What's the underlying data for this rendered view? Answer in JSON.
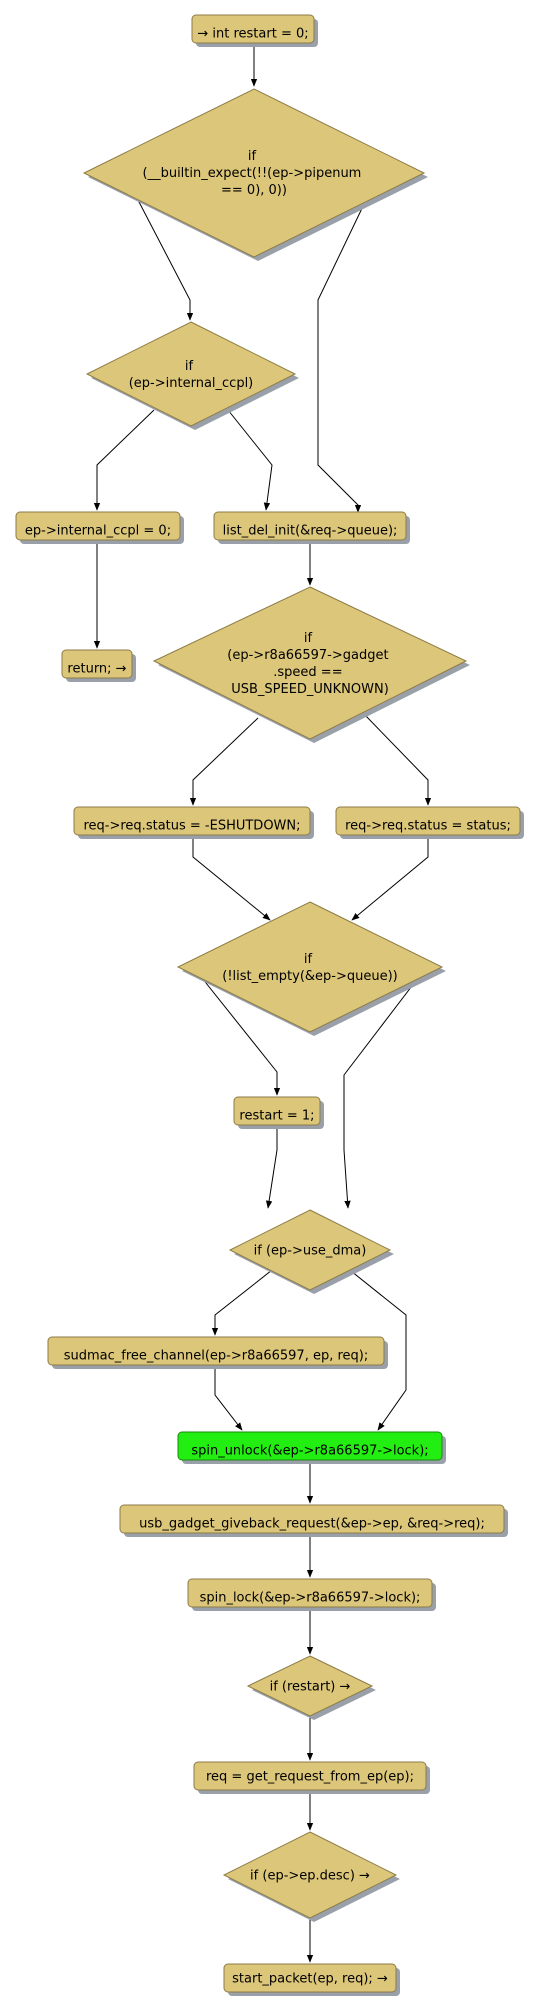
{
  "colors": {
    "node_fill": "#dcc67a",
    "node_stroke": "#8c7b45",
    "shadow": "#9aa0aa",
    "highlight_fill": "#22ee11",
    "edge": "#000000"
  },
  "nodes": {
    "start": "→ int restart = 0;",
    "if_pipenum": [
      "if",
      "(__builtin_expect(!!(ep->pipenum",
      "== 0), 0))"
    ],
    "if_internal_ccpl": [
      "if",
      "(ep->internal_ccpl)"
    ],
    "set_internal_ccpl": "ep->internal_ccpl = 0;",
    "return": "return; →",
    "list_del_init": "list_del_init(&req->queue);",
    "if_speed": [
      "if",
      "(ep->r8a66597->gadget",
      ".speed ==",
      "USB_SPEED_UNKNOWN)"
    ],
    "status_eshutdown": "req->req.status = -ESHUTDOWN;",
    "status_status": "req->req.status = status;",
    "if_list_empty": [
      "if",
      "(!list_empty(&ep->queue))"
    ],
    "restart_1": "restart = 1;",
    "if_use_dma": "if (ep->use_dma)",
    "sudmac_free": "sudmac_free_channel(ep->r8a66597, ep, req);",
    "spin_unlock": "spin_unlock(&ep->r8a66597->lock);",
    "giveback": "usb_gadget_giveback_request(&ep->ep, &req->req);",
    "spin_lock": "spin_lock(&ep->r8a66597->lock);",
    "if_restart": "if (restart) →",
    "get_request": "req = get_request_from_ep(ep);",
    "if_desc": "if (ep->ep.desc) →",
    "start_packet": "start_packet(ep, req); →"
  }
}
